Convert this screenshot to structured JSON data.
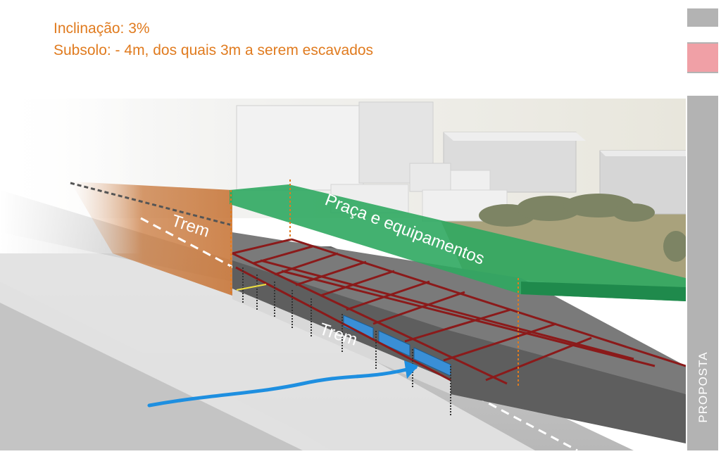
{
  "captions": {
    "slope": "Inclinação: 3%",
    "basement": "Subsolo: - 4m, dos quais 3m a serem escavados"
  },
  "labels": {
    "train_upper": "Trem",
    "train_lower": "Trem",
    "plaza": "Praça e equipamentos"
  },
  "sidebar": {
    "label": "PROPOSTA"
  },
  "colors": {
    "caption": "#e07b1f",
    "plaza": "#2fa860",
    "structure": "#8b1a1a",
    "train_zone": "#c8773a",
    "flow_arrow": "#1e8fe0",
    "platform_blue": "#3a8fd6",
    "guide_line": "#e07b1f",
    "sidebar_bar": "#b3b3b3",
    "sidebar_highlight": "#f0a0a6"
  },
  "icons": [
    "flow-arrow-icon"
  ]
}
